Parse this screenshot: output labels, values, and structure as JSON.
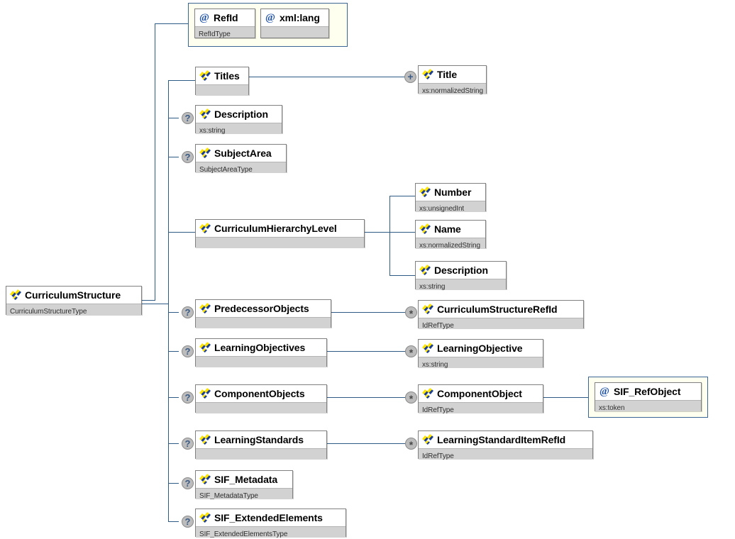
{
  "diagram": {
    "kind": "xml-schema-tree",
    "root": {
      "name": "CurriculumStructure",
      "type": "CurriculumStructureType",
      "icon": "element-icon"
    },
    "attribute_group": {
      "container_name": "attribute-group",
      "attributes": [
        {
          "name": "RefId",
          "type": "RefIdType",
          "icon": "attribute-icon"
        },
        {
          "name": "xml:lang",
          "type": "",
          "icon": "attribute-icon"
        }
      ]
    },
    "children": [
      {
        "name": "Titles",
        "type": "",
        "icon": "element-icon",
        "occurrence": "",
        "children": [
          {
            "name": "Title",
            "type": "xs:normalizedString",
            "icon": "element-icon",
            "occurrence": "+"
          }
        ]
      },
      {
        "name": "Description",
        "type": "xs:string",
        "icon": "element-icon",
        "occurrence": "?",
        "children": []
      },
      {
        "name": "SubjectArea",
        "type": "SubjectAreaType",
        "icon": "element-icon",
        "occurrence": "?",
        "children": []
      },
      {
        "name": "CurriculumHierarchyLevel",
        "type": "",
        "icon": "element-icon",
        "occurrence": "",
        "children": [
          {
            "name": "Number",
            "type": "xs:unsignedInt",
            "icon": "element-icon",
            "occurrence": ""
          },
          {
            "name": "Name",
            "type": "xs:normalizedString",
            "icon": "element-icon",
            "occurrence": ""
          },
          {
            "name": "Description",
            "type": "xs:string",
            "icon": "element-icon",
            "occurrence": ""
          }
        ]
      },
      {
        "name": "PredecessorObjects",
        "type": "",
        "icon": "element-icon",
        "occurrence": "?",
        "children": [
          {
            "name": "CurriculumStructureRefId",
            "type": "IdRefType",
            "icon": "element-icon",
            "occurrence": "*"
          }
        ]
      },
      {
        "name": "LearningObjectives",
        "type": "",
        "icon": "element-icon",
        "occurrence": "?",
        "children": [
          {
            "name": "LearningObjective",
            "type": "xs:string",
            "icon": "element-icon",
            "occurrence": "*"
          }
        ]
      },
      {
        "name": "ComponentObjects",
        "type": "",
        "icon": "element-icon",
        "occurrence": "?",
        "children": [
          {
            "name": "ComponentObject",
            "type": "IdRefType",
            "icon": "element-icon",
            "occurrence": "*",
            "attribute_group": {
              "attributes": [
                {
                  "name": "SIF_RefObject",
                  "type": "xs:token",
                  "icon": "attribute-icon"
                }
              ]
            }
          }
        ]
      },
      {
        "name": "LearningStandards",
        "type": "",
        "icon": "element-icon",
        "occurrence": "?",
        "children": [
          {
            "name": "LearningStandardItemRefId",
            "type": "IdRefType",
            "icon": "element-icon",
            "occurrence": "*"
          }
        ]
      },
      {
        "name": "SIF_Metadata",
        "type": "SIF_MetadataType",
        "icon": "element-icon",
        "occurrence": "?",
        "children": []
      },
      {
        "name": "SIF_ExtendedElements",
        "type": "SIF_ExtendedElementsType",
        "icon": "element-icon",
        "occurrence": "?",
        "children": []
      }
    ]
  },
  "colors": {
    "background": "#ffffff",
    "line": "#2e5a86",
    "node_border": "#808080",
    "node_title_bg": "#ffffff",
    "node_type_bg": "#d2d2d2",
    "attr_container_bg": "#fffff0",
    "attr_container_border": "#3a6595",
    "marker_bg": "#bcbcbc",
    "marker_fg": "#3b5b86",
    "icon_yellow": "#ffe400",
    "icon_blue": "#1d3f8f",
    "at_icon": "#2255aa"
  },
  "labels": {
    "marker_optional": "?",
    "marker_one_or_more": "+",
    "marker_zero_or_more": "*",
    "at_symbol": "@"
  }
}
